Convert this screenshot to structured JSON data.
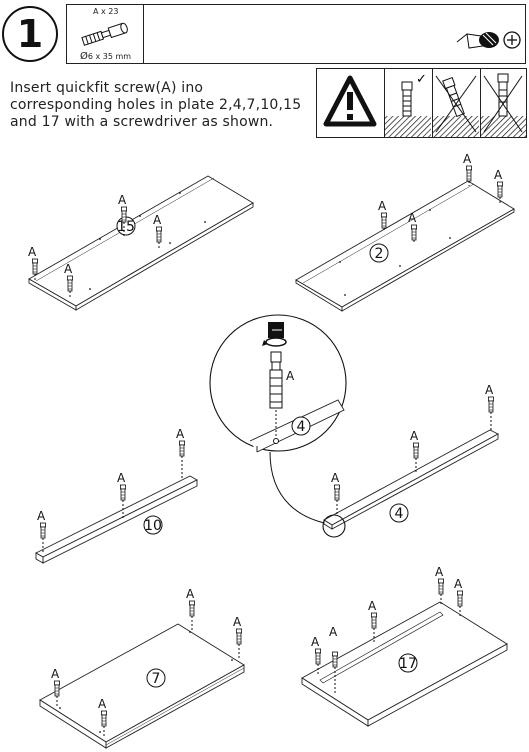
{
  "step": {
    "number": "1"
  },
  "hardware": {
    "quantity": "A x 23",
    "size": "6 x 35 mm",
    "diameter_symbol": "Ø"
  },
  "instruction": "Insert quickfit screw(A) ino corresponding holes in plate 2,4,7,10,15 and 17 with a screwdriver as shown.",
  "warning": {
    "check_mark": "✓"
  },
  "labels": {
    "screw": "A",
    "plates": {
      "p15": "15",
      "p2": "2",
      "p4_detail": "4",
      "p4": "4",
      "p10": "10",
      "p7": "7",
      "p17": "17"
    }
  }
}
